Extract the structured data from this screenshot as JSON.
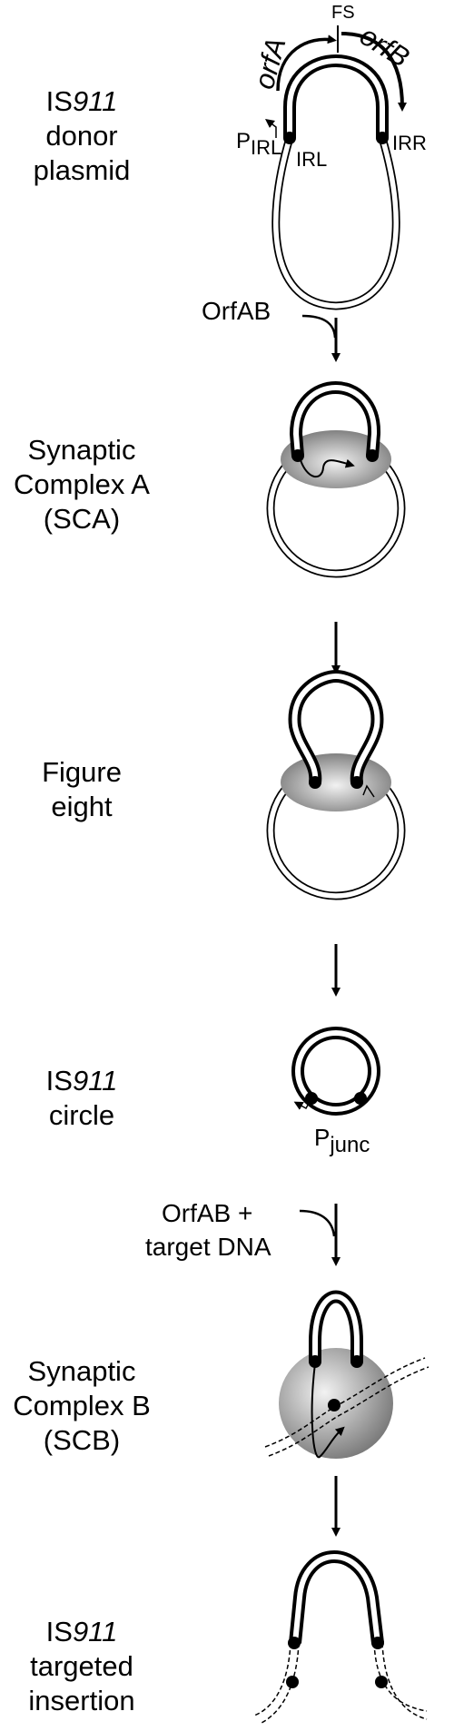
{
  "stages": [
    {
      "id": "donor",
      "label_lines": [
        {
          "pre": "IS",
          "it": "911"
        },
        {
          "pre": "donor",
          "it": ""
        },
        {
          "pre": "plasmid",
          "it": ""
        }
      ]
    },
    {
      "id": "sca",
      "label_lines": [
        {
          "pre": "Synaptic",
          "it": ""
        },
        {
          "pre": "Complex A",
          "it": ""
        },
        {
          "pre": "(SCA)",
          "it": ""
        }
      ]
    },
    {
      "id": "fig8",
      "label_lines": [
        {
          "pre": "Figure",
          "it": ""
        },
        {
          "pre": "eight",
          "it": ""
        }
      ]
    },
    {
      "id": "circle",
      "label_lines": [
        {
          "pre": "IS",
          "it": "911"
        },
        {
          "pre": "circle",
          "it": ""
        }
      ]
    },
    {
      "id": "scb",
      "label_lines": [
        {
          "pre": "Synaptic",
          "it": ""
        },
        {
          "pre": "Complex B",
          "it": ""
        },
        {
          "pre": "(SCB)",
          "it": ""
        }
      ]
    },
    {
      "id": "insertion",
      "label_lines": [
        {
          "pre": "IS",
          "it": "911"
        },
        {
          "pre": "targeted",
          "it": ""
        },
        {
          "pre": "insertion",
          "it": ""
        }
      ]
    }
  ],
  "annotations": {
    "fs": "FS",
    "orfA": "orfA",
    "orfB": "orfB",
    "pirl_p": "P",
    "pirl_sub": "IRL",
    "irl": "IRL",
    "irr": "IRR",
    "orfab1": "OrfAB",
    "pjunc_p": "P",
    "pjunc_sub": "junc",
    "orfab2_line1": "OrfAB +",
    "orfab2_line2": "target DNA"
  },
  "colors": {
    "ink": "#000000",
    "complex_dark": "#7a7a7a",
    "complex_light": "#f2f2f2"
  }
}
